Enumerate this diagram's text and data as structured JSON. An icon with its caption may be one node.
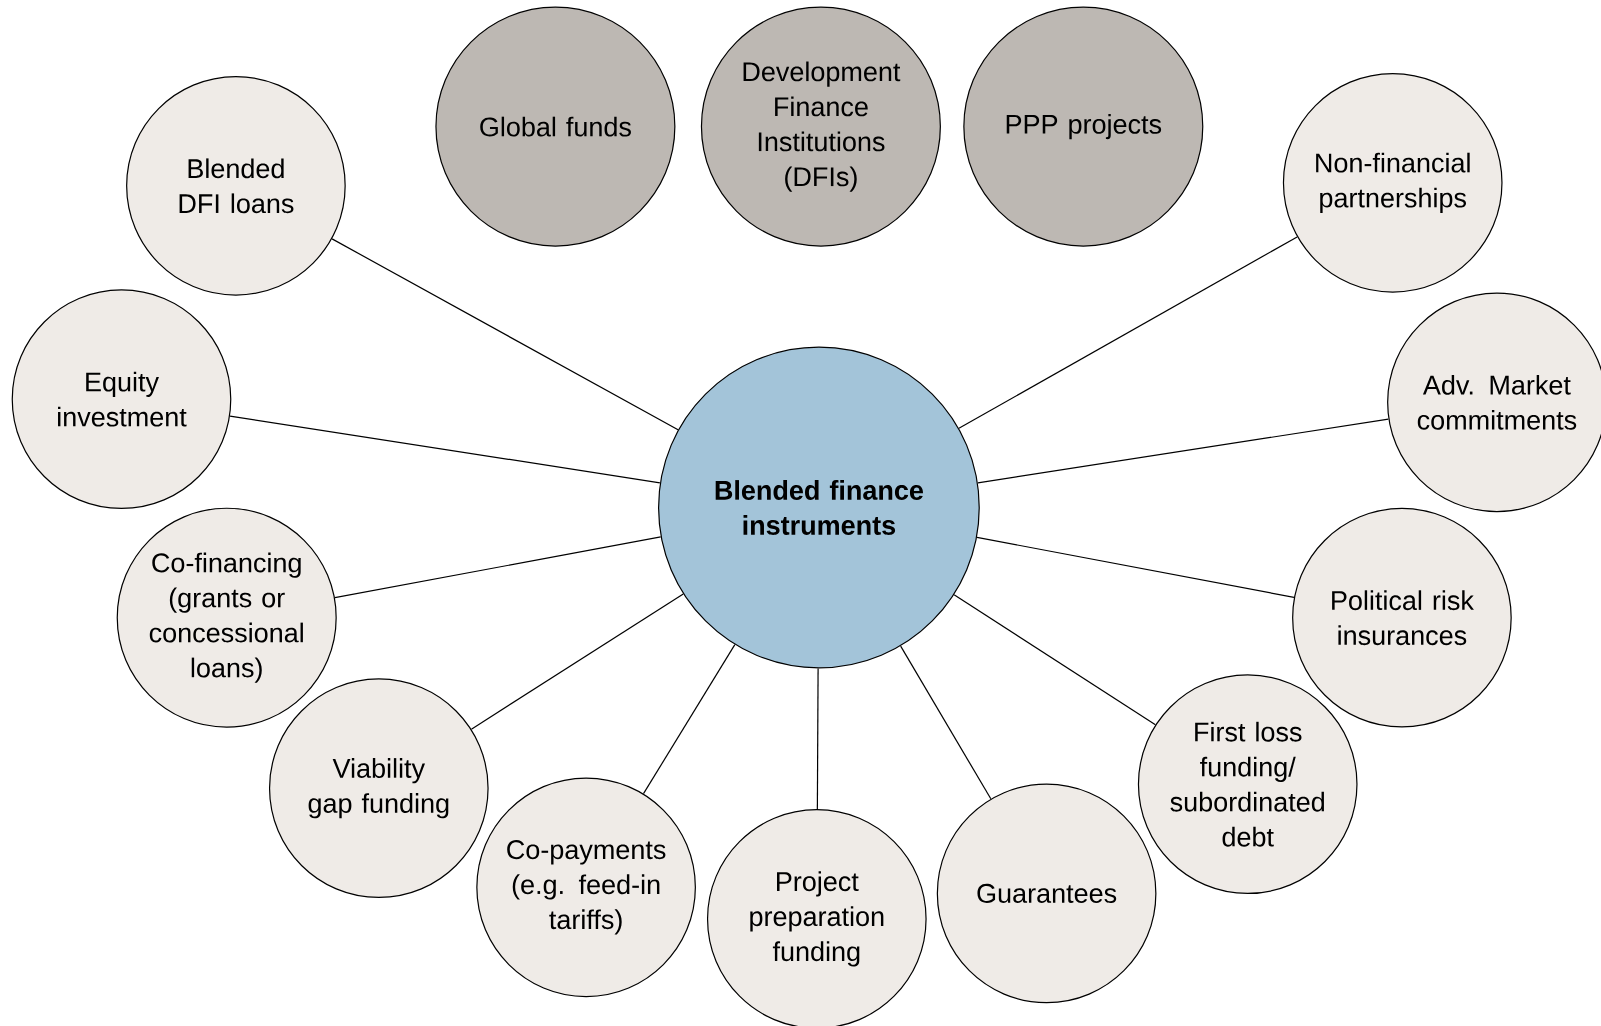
{
  "diagram": {
    "nodes": [
      {
        "text": [
          "Global funds"
        ]
      },
      {
        "text": [
          "Development Finance Institutions (DFIs)"
        ]
      },
      {
        "text": [
          "PPP projects"
        ]
      },
      {
        "text": [
          "Blended finance instruments"
        ]
      },
      {
        "text": [
          "Blended DFI loans"
        ]
      },
      {
        "text": [
          "Non-financial partnerships"
        ]
      },
      {
        "text": [
          "Equity investment"
        ]
      },
      {
        "text": [
          "Adv. Market commitments"
        ]
      },
      {
        "text": [
          "Co-financing (grants or concessional loans)"
        ]
      },
      {
        "text": [
          "Political risk insurances"
        ]
      },
      {
        "text": [
          "Viability gap funding"
        ]
      },
      {
        "text": [
          "First loss funding/ subordinated debt"
        ]
      },
      {
        "text": [
          "Co-payments (e.g. feed-in tariffs)"
        ]
      },
      {
        "text": [
          "Guarantees"
        ]
      },
      {
        "text": [
          "Project preparation funding"
        ]
      }
    ],
    "edges": [
      {
        "from": 3,
        "to": 4,
        "arrow": "none"
      },
      {
        "from": 3,
        "to": 5,
        "arrow": "none"
      },
      {
        "from": 3,
        "to": 6,
        "arrow": "none"
      },
      {
        "from": 3,
        "to": 7,
        "arrow": "none"
      },
      {
        "from": 3,
        "to": 8,
        "arrow": "none"
      },
      {
        "from": 3,
        "to": 9,
        "arrow": "none"
      },
      {
        "from": 3,
        "to": 10,
        "arrow": "none"
      },
      {
        "from": 3,
        "to": 11,
        "arrow": "none"
      },
      {
        "from": 3,
        "to": 12,
        "arrow": "none"
      },
      {
        "from": 3,
        "to": 13,
        "arrow": "none"
      },
      {
        "from": 3,
        "to": 14,
        "arrow": "none"
      }
    ]
  }
}
